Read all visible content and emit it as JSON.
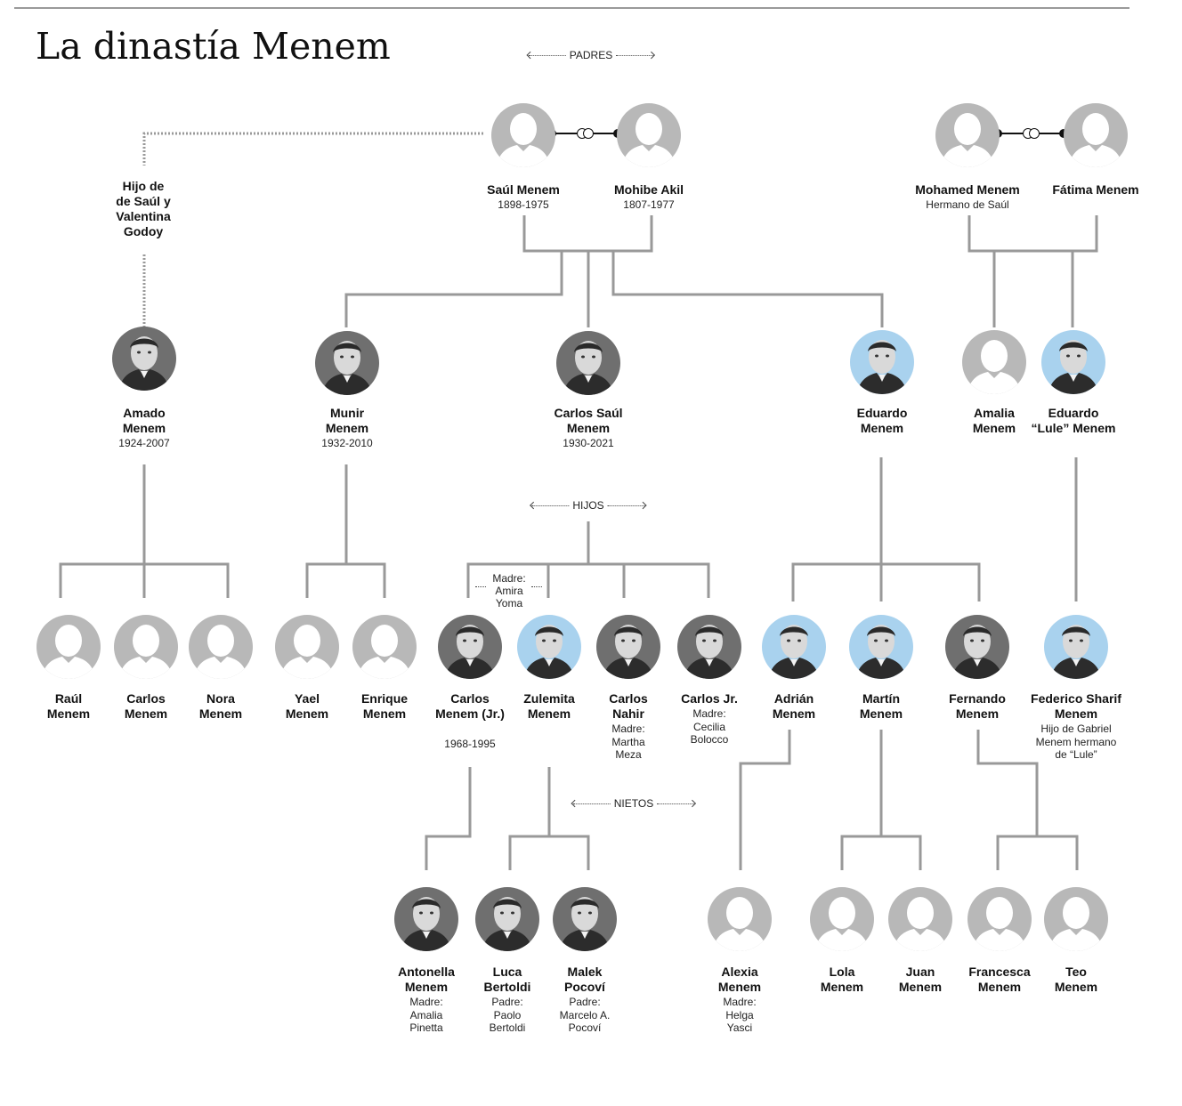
{
  "title": "La dinastía Menem",
  "generation_labels": {
    "padres": "PADRES",
    "hijos": "HIJOS",
    "nietos": "NIETOS"
  },
  "colors": {
    "silhouette_bg": "#b8b8b8",
    "highlight_bg": "#a9d2ee",
    "lines": "#999999"
  },
  "side_note": "Hijo de\nde Saúl y\nValentina\nGodoy",
  "mother_note": "Madre:\nAmira\nYoma",
  "people": {
    "saul": {
      "name": "Saúl Menem",
      "note": "1898-1975"
    },
    "mohibe": {
      "name": "Mohibe Akil",
      "note": "1807-1977"
    },
    "mohamed": {
      "name": "Mohamed Menem",
      "note": "Hermano de Saúl"
    },
    "fatima": {
      "name": "Fátima Menem",
      "note": ""
    },
    "amado": {
      "name": "Amado\nMenem",
      "note": "1924-2007"
    },
    "munir": {
      "name": "Munir\nMenem",
      "note": "1932-2010"
    },
    "carlos_saul": {
      "name": "Carlos Saúl\nMenem",
      "note": "1930-2021"
    },
    "eduardo": {
      "name": "Eduardo\nMenem",
      "note": ""
    },
    "amalia": {
      "name": "Amalia\nMenem",
      "note": ""
    },
    "eduardo_lule": {
      "name": "Eduardo\n“Lule” Menem",
      "note": ""
    },
    "raul": {
      "name": "Raúl\nMenem",
      "note": ""
    },
    "carlos_a": {
      "name": "Carlos\nMenem",
      "note": ""
    },
    "nora": {
      "name": "Nora\nMenem",
      "note": ""
    },
    "yael": {
      "name": "Yael\nMenem",
      "note": ""
    },
    "enrique": {
      "name": "Enrique\nMenem",
      "note": ""
    },
    "carlos_jr_68": {
      "name": "Carlos\nMenem (Jr.)",
      "note": "1968-1995"
    },
    "zulemita": {
      "name": "Zulemita\nMenem",
      "note": ""
    },
    "carlos_nahir": {
      "name": "Carlos\nNahir",
      "note": "Madre:\nMartha\nMeza"
    },
    "carlos_jr": {
      "name": "Carlos Jr.",
      "note": "Madre:\nCecilia\nBolocco"
    },
    "adrian": {
      "name": "Adrián\nMenem",
      "note": ""
    },
    "martin": {
      "name": "Martín\nMenem",
      "note": ""
    },
    "fernando": {
      "name": "Fernando\nMenem",
      "note": ""
    },
    "federico": {
      "name": "Federico Sharif\nMenem",
      "note": "Hijo de Gabriel\nMenem hermano\nde “Lule”"
    },
    "antonella": {
      "name": "Antonella\nMenem",
      "note": "Madre:\nAmalia\nPinetta"
    },
    "luca": {
      "name": "Luca\nBertoldi",
      "note": "Padre:\nPaolo\nBertoldi"
    },
    "malek": {
      "name": "Malek\nPocoví",
      "note": "Padre:\nMarcelo A.\nPocoví"
    },
    "alexia": {
      "name": "Alexia\nMenem",
      "note": "Madre:\nHelga\nYasci"
    },
    "lola": {
      "name": "Lola\nMenem",
      "note": ""
    },
    "juan": {
      "name": "Juan\nMenem",
      "note": ""
    },
    "francesca": {
      "name": "Francesca\nMenem",
      "note": ""
    },
    "teo": {
      "name": "Teo\nMenem",
      "note": ""
    }
  }
}
